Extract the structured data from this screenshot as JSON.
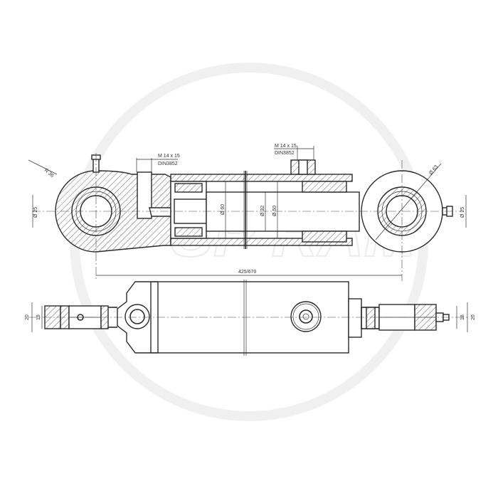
{
  "watermark": "SP RAM",
  "top_view": {
    "eye_radius_left": "R 36",
    "pin_diameter_left": "Ø 25",
    "port_left_thread": "M 14 x 15",
    "port_left_standard": "DIN3852",
    "bore_diameter": "Ø 60",
    "rod_diameter": "Ø 32",
    "tube_inner_diameter": "Ø 50",
    "port_right_thread": "M 14 x 15",
    "port_right_standard": "DIN3852",
    "eye_diameter_right": "Ø 63",
    "pin_diameter_right": "Ø 25",
    "stroke_length": "425/670"
  },
  "side_view": {
    "left_outer_width": "20",
    "left_inner_width": "19",
    "right_inner_width": "18",
    "right_outer_width": "20"
  }
}
